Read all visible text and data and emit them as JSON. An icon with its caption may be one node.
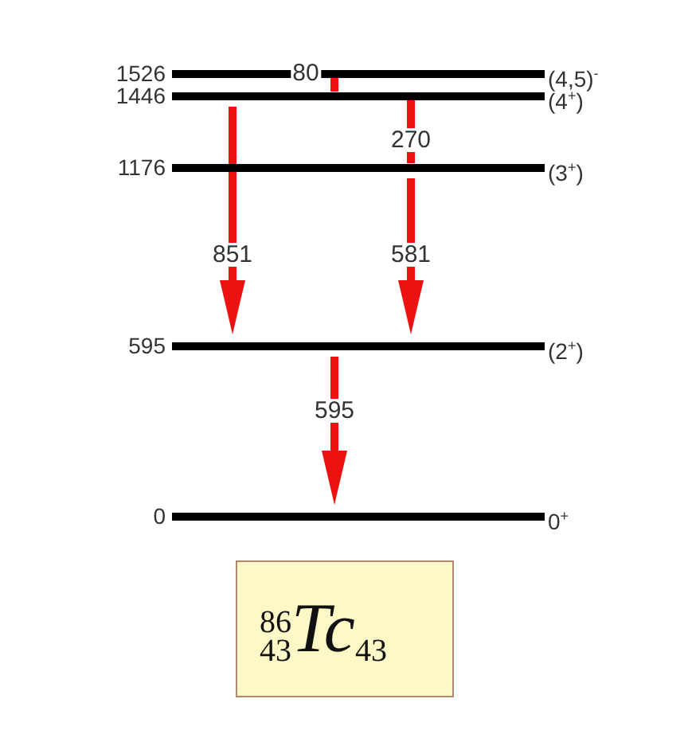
{
  "diagram": {
    "nodes": [
      {
        "text": [
          "1526",
          "(4,5)$^{-}$"
        ]
      },
      {
        "text": [
          "1446",
          "(4$^{+}$)"
        ]
      },
      {
        "text": [
          "1176",
          "(3$^{+}$)"
        ]
      },
      {
        "text": [
          "595",
          "(2$^{+}$)"
        ]
      },
      {
        "text": [
          "0",
          "0$^{+}$"
        ]
      },
      {
        "text": [
          "$^{86}$$_{43}$*Tc*$_{43}$"
        ]
      }
    ],
    "edges": [
      {
        "from": 0,
        "to": 1,
        "arrow": "none",
        "label": "80"
      },
      {
        "from": 1,
        "to": 3,
        "arrow": "to",
        "label": "851"
      },
      {
        "from": 1,
        "to": 2,
        "arrow": "none",
        "label": "270"
      },
      {
        "from": 2,
        "to": 3,
        "arrow": "to",
        "label": "581"
      },
      {
        "from": 3,
        "to": 4,
        "arrow": "to",
        "label": "595"
      }
    ]
  }
}
